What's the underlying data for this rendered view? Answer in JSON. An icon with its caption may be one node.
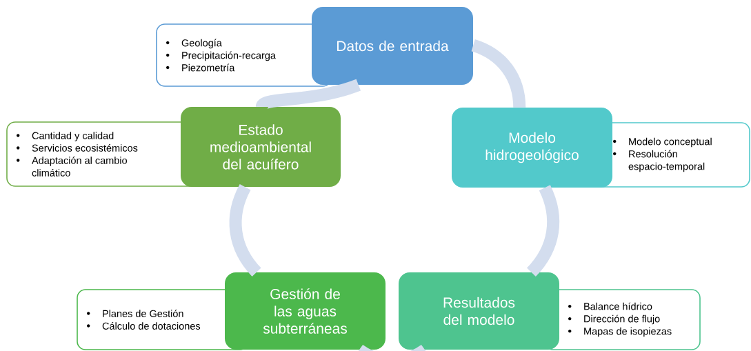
{
  "diagram": {
    "nodes": [
      {
        "text": [
          "Geología",
          "Precipitación-recarga",
          "Piezometría"
        ]
      },
      {
        "text": [
          "Datos de entrada"
        ]
      },
      {
        "text": [
          "Cantidad y calidad",
          "Servicios ecosistémicos",
          "Adaptación al cambio climático"
        ]
      },
      {
        "text": [
          "Estado medioambiental del acuífero"
        ]
      },
      {
        "text": [
          "Modelo hidrogeológico"
        ]
      },
      {
        "text": [
          "Modelo conceptual",
          "Resolución espacio-temporal"
        ]
      },
      {
        "text": [
          "Planes de Gestión",
          "Cálculo de dotaciones"
        ]
      },
      {
        "text": [
          "Gestión de las aguas subterráneas"
        ]
      },
      {
        "text": [
          "Resultados del modelo"
        ]
      },
      {
        "text": [
          "Balance hídrico",
          "Dirección de flujo",
          "Mapas de isopiezas"
        ]
      }
    ],
    "edges": [
      {
        "from": 1,
        "to": 4,
        "arrow": "none"
      },
      {
        "from": 4,
        "to": 8,
        "arrow": "none"
      },
      {
        "from": 8,
        "to": 7,
        "arrow": "none"
      },
      {
        "from": 7,
        "to": 3,
        "arrow": "none"
      },
      {
        "from": 3,
        "to": 1,
        "arrow": "none"
      }
    ]
  }
}
